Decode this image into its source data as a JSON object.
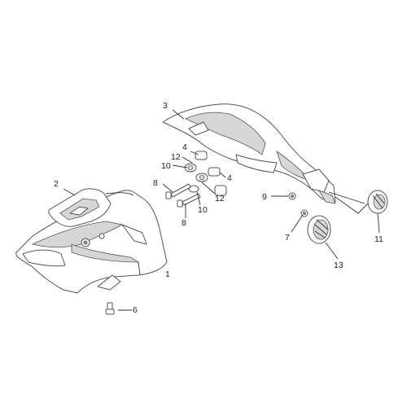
{
  "callouts": {
    "c1": "1",
    "c2": "2",
    "c3": "3",
    "c4a": "4",
    "c4b": "4",
    "c6": "6",
    "c7": "7",
    "c8a": "8",
    "c8b": "8",
    "c9": "9",
    "c10a": "10",
    "c10b": "10",
    "c11": "11",
    "c12a": "12",
    "c12b": "12",
    "c13": "13"
  }
}
